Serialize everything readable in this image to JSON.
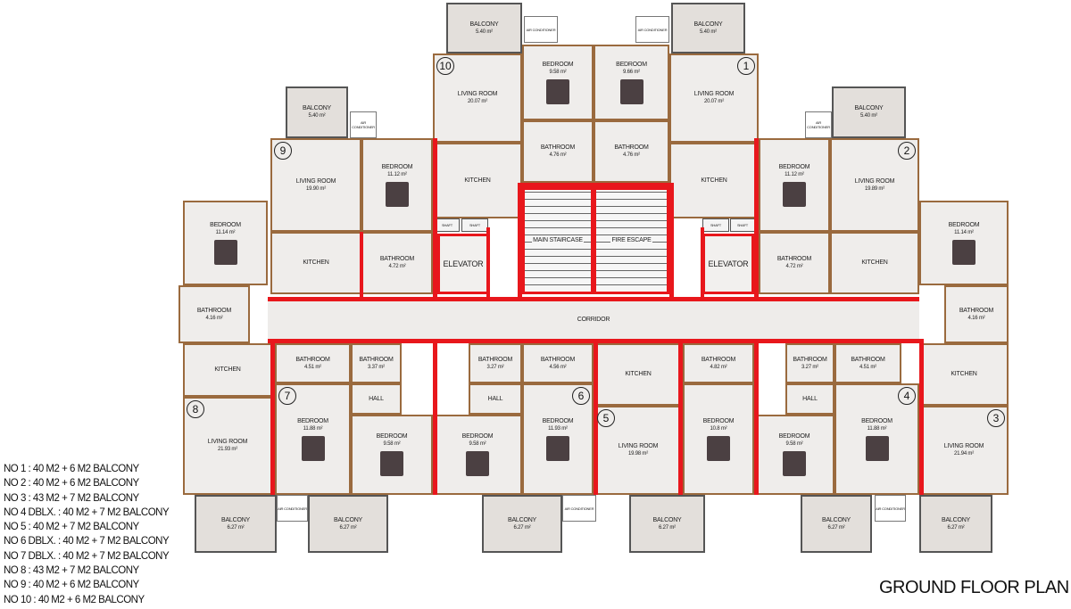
{
  "title": "GROUND FLOOR PLAN",
  "legend": [
    "NO 1 : 40 M2 + 6 M2 BALCONY",
    "NO 2 : 40 M2 + 6 M2 BALCONY",
    "NO 3 : 43 M2 + 7 M2 BALCONY",
    "NO 4 DBLX. : 40 M2 + 7 M2 BALCONY",
    "NO 5 : 40 M2 + 7 M2 BALCONY",
    "NO 6 DBLX. : 40 M2 + 7 M2 BALCONY",
    "NO 7 DBLX. : 40 M2 + 7 M2 BALCONY",
    "NO 8 : 43 M2 + 7 M2 BALCONY",
    "NO 9 : 40 M2 + 6 M2 BALCONY",
    "NO 10 : 40 M2 + 6 M2 BALCONY"
  ],
  "units": [
    "1",
    "2",
    "3",
    "4",
    "5",
    "6",
    "7",
    "8",
    "9",
    "10"
  ],
  "colors": {
    "wall": "#9a6a3e",
    "fire_wall": "#e8171c",
    "floor": "#efedeb",
    "balcony": "#e3dfdb"
  },
  "rooms": [
    {
      "id": "b10",
      "label": "BALCONY",
      "area": "5.40 m²"
    },
    {
      "id": "ac10",
      "label": "AIR CONDITIONER",
      "area": ""
    },
    {
      "id": "l10",
      "label": "LIVING ROOM",
      "area": "20.07 m²"
    },
    {
      "id": "k10",
      "label": "KITCHEN",
      "area": ""
    },
    {
      "id": "bd10",
      "label": "BEDROOM",
      "area": "9.58 m²"
    },
    {
      "id": "ba10",
      "label": "BATHROOM",
      "area": "4.76 m²"
    },
    {
      "id": "bd1",
      "label": "BEDROOM",
      "area": "9.66 m²"
    },
    {
      "id": "ba1",
      "label": "BATHROOM",
      "area": "4.76 m²"
    },
    {
      "id": "l1",
      "label": "LIVING ROOM",
      "area": "20.07 m²"
    },
    {
      "id": "k1",
      "label": "KITCHEN",
      "area": ""
    },
    {
      "id": "b1",
      "label": "BALCONY",
      "area": "5.40 m²"
    },
    {
      "id": "ac1",
      "label": "AIR CONDITIONER",
      "area": ""
    },
    {
      "id": "b9",
      "label": "BALCONY",
      "area": "5.40 m²"
    },
    {
      "id": "ac9",
      "label": "AIR CONDITIONER",
      "area": ""
    },
    {
      "id": "l9",
      "label": "LIVING ROOM",
      "area": "19.90 m²"
    },
    {
      "id": "k9",
      "label": "KITCHEN",
      "area": ""
    },
    {
      "id": "bd9",
      "label": "BEDROOM",
      "area": "11.12 m²"
    },
    {
      "id": "ba9",
      "label": "BATHROOM",
      "area": "4.72 m²"
    },
    {
      "id": "bd8a",
      "label": "BEDROOM",
      "area": "11.14 m²"
    },
    {
      "id": "ba8a",
      "label": "BATHROOM",
      "area": "4.16 m²"
    },
    {
      "id": "sh1",
      "label": "SHAFT",
      "area": ""
    },
    {
      "id": "sh2",
      "label": "SHAFT",
      "area": ""
    },
    {
      "id": "sh3",
      "label": "SHAFT",
      "area": ""
    },
    {
      "id": "sh4",
      "label": "SHAFT",
      "area": ""
    },
    {
      "id": "el1",
      "label": "ELEVATOR",
      "area": ""
    },
    {
      "id": "el2",
      "label": "ELEVATOR",
      "area": ""
    },
    {
      "id": "stair",
      "label": "MAIN STAIRCASE",
      "area": ""
    },
    {
      "id": "fire",
      "label": "FIRE ESCAPE",
      "area": ""
    },
    {
      "id": "b2",
      "label": "BALCONY",
      "area": "5.40 m²"
    },
    {
      "id": "ac2",
      "label": "AIR CONDITIONER",
      "area": ""
    },
    {
      "id": "bd2",
      "label": "BEDROOM",
      "area": "11.12 m²"
    },
    {
      "id": "ba2",
      "label": "BATHROOM",
      "area": "4.72 m²"
    },
    {
      "id": "l2",
      "label": "LIVING ROOM",
      "area": "19.89 m²"
    },
    {
      "id": "k2",
      "label": "KITCHEN",
      "area": ""
    },
    {
      "id": "bd3a",
      "label": "BEDROOM",
      "area": "11.14 m²"
    },
    {
      "id": "ba3a",
      "label": "BATHROOM",
      "area": "4.16 m²"
    },
    {
      "id": "corr",
      "label": "CORRIDOR",
      "area": ""
    },
    {
      "id": "k8",
      "label": "KITCHEN",
      "area": ""
    },
    {
      "id": "l8",
      "label": "LIVING ROOM",
      "area": "21.93 m²"
    },
    {
      "id": "b8",
      "label": "BALCONY",
      "area": "6.27 m²"
    },
    {
      "id": "ac8",
      "label": "AIR CONDITIONER",
      "area": ""
    },
    {
      "id": "ba7",
      "label": "BATHROOM",
      "area": "4.51 m²"
    },
    {
      "id": "ba7b",
      "label": "BATHROOM",
      "area": "3.37 m²"
    },
    {
      "id": "hall7",
      "label": "HALL",
      "area": ""
    },
    {
      "id": "bd7",
      "label": "BEDROOM",
      "area": "11.88 m²"
    },
    {
      "id": "bd7b",
      "label": "BEDROOM",
      "area": "9.58 m²"
    },
    {
      "id": "b7",
      "label": "BALCONY",
      "area": "6.27 m²"
    },
    {
      "id": "ba6b",
      "label": "BATHROOM",
      "area": "3.27 m²"
    },
    {
      "id": "ba6",
      "label": "BATHROOM",
      "area": "4.56 m²"
    },
    {
      "id": "hall6",
      "label": "HALL",
      "area": ""
    },
    {
      "id": "bd6b",
      "label": "BEDROOM",
      "area": "9.58 m²"
    },
    {
      "id": "bd6",
      "label": "BEDROOM",
      "area": "11.93 m²"
    },
    {
      "id": "b6",
      "label": "BALCONY",
      "area": "6.27 m²"
    },
    {
      "id": "ac6",
      "label": "AIR CONDITIONER",
      "area": ""
    },
    {
      "id": "k5",
      "label": "KITCHEN",
      "area": ""
    },
    {
      "id": "l5",
      "label": "LIVING ROOM",
      "area": "19.98 m²"
    },
    {
      "id": "b5",
      "label": "BALCONY",
      "area": "6.27 m²"
    },
    {
      "id": "ba5",
      "label": "BATHROOM",
      "area": "4.82 m²"
    },
    {
      "id": "bd5",
      "label": "BEDROOM",
      "area": "10.8 m²"
    },
    {
      "id": "ba4b",
      "label": "BATHROOM",
      "area": "3.27 m²"
    },
    {
      "id": "hall4",
      "label": "HALL",
      "area": ""
    },
    {
      "id": "bd4b",
      "label": "BEDROOM",
      "area": "9.58 m²"
    },
    {
      "id": "ba4",
      "label": "BATHROOM",
      "area": "4.51 m²"
    },
    {
      "id": "bd4",
      "label": "BEDROOM",
      "area": "11.88 m²"
    },
    {
      "id": "b4",
      "label": "BALCONY",
      "area": "6.27 m²"
    },
    {
      "id": "ac4",
      "label": "AIR CONDITIONER",
      "area": ""
    },
    {
      "id": "k3",
      "label": "KITCHEN",
      "area": ""
    },
    {
      "id": "l3",
      "label": "LIVING ROOM",
      "area": "21.94 m²"
    },
    {
      "id": "b3",
      "label": "BALCONY",
      "area": "6.27 m²"
    }
  ]
}
